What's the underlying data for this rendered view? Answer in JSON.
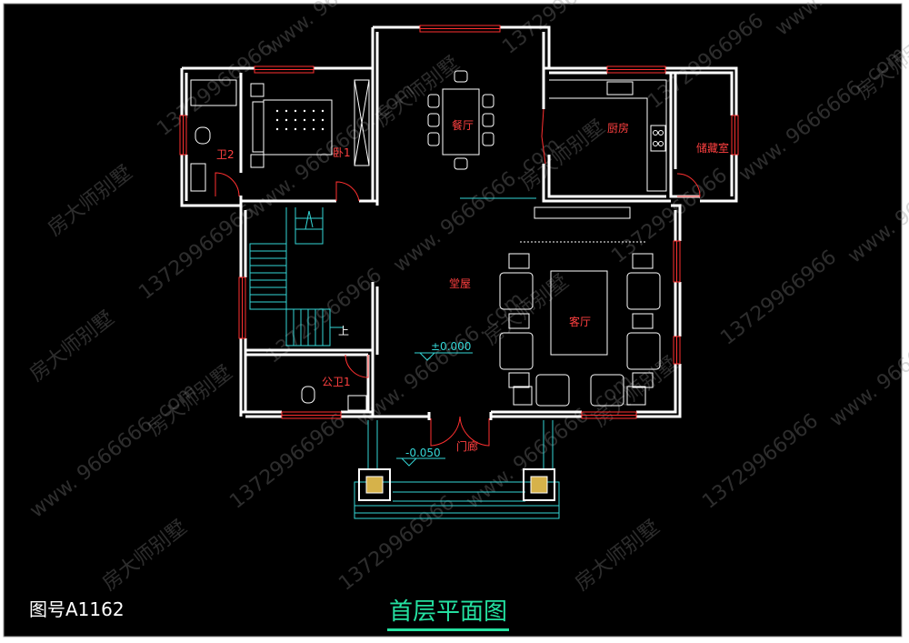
{
  "sheet": {
    "drawing_number": "图号A1162",
    "title": "首层平面图"
  },
  "rooms": {
    "bath2": "卫2",
    "bedroom1": "卧1",
    "dining": "餐厅",
    "kitchen": "厨房",
    "storage": "储藏室",
    "hall": "堂屋",
    "living": "客厅",
    "public_bath1": "公卫1",
    "entrance": "门廊"
  },
  "stairs": {
    "up_label": "上"
  },
  "levels": {
    "floor": "±0.000",
    "porch": "-0.050"
  },
  "watermark": {
    "brand": "房大师别墅",
    "phone": "13729966966",
    "site": "www. 9666666. com"
  },
  "colors": {
    "background": "#000000",
    "walls": "#ffffff",
    "windows": "#ff3030",
    "stairs_and_levels": "#35d6d6",
    "room_labels": "#ff4040",
    "title": "#24e0a0"
  }
}
